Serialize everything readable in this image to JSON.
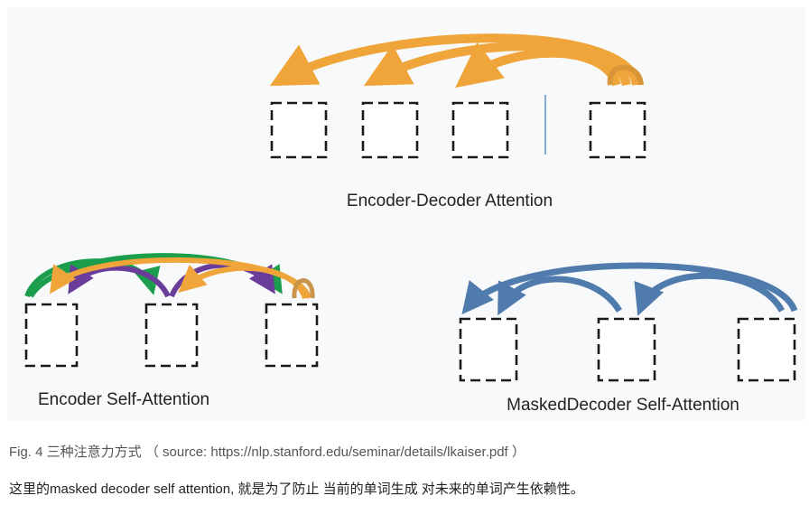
{
  "diagram": {
    "panels": [
      {
        "id": "enc-dec",
        "title": "Encoder-Decoder Attention",
        "box_count": 4
      },
      {
        "id": "enc-self",
        "title": "Encoder Self-Attention",
        "box_count": 3
      },
      {
        "id": "dec-self",
        "title": "MaskedDecoder Self-Attention",
        "box_count": 3
      }
    ],
    "colors": {
      "orange": "#f0a53a",
      "orange_dark": "#d99637",
      "green": "#1b9e4b",
      "purple": "#6a3d9a",
      "blue": "#4f7cad",
      "tan": "#c8954a",
      "divider": "#5b8fc7"
    }
  },
  "caption": "Fig. 4 三种注意力方式 （ source: https://nlp.stanford.edu/seminar/details/lkaiser.pdf ）",
  "body_text": "这里的masked decoder self attention, 就是为了防止 当前的单词生成 对未来的单词产生依赖性。"
}
